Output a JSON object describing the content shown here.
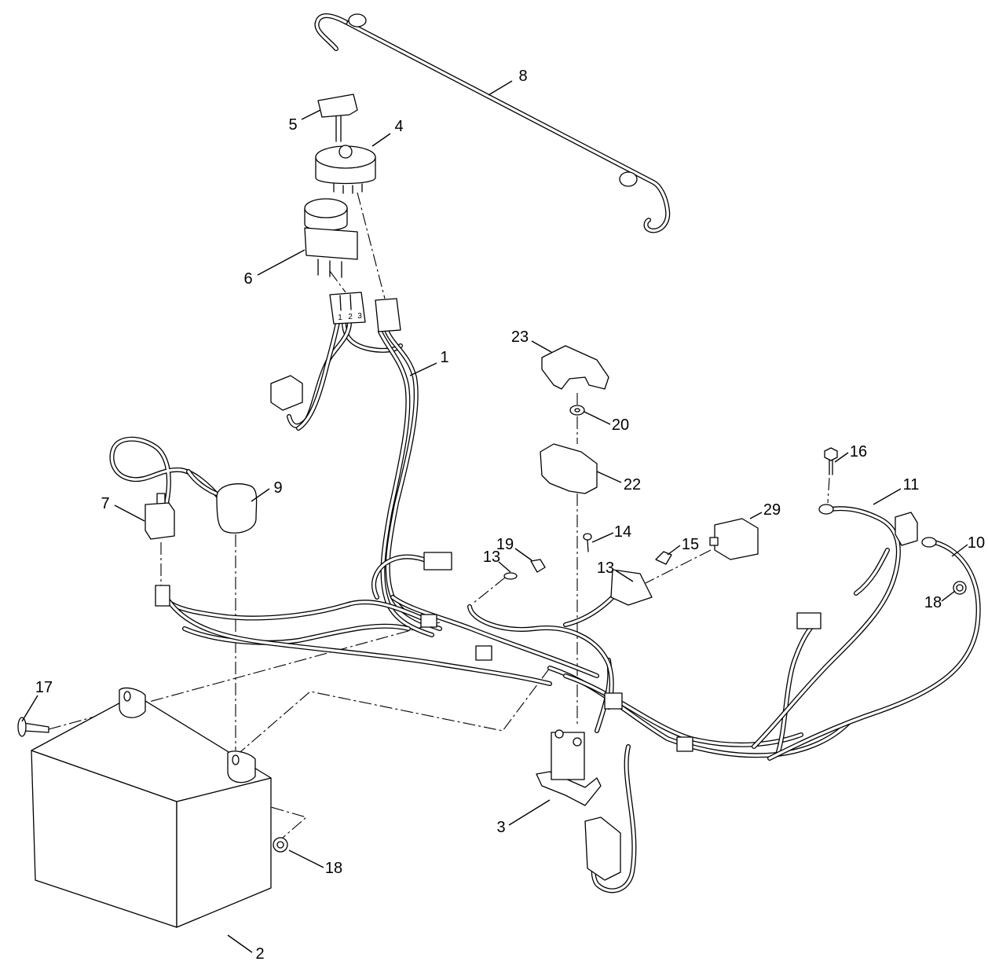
{
  "callouts": [
    "8",
    "5",
    "4",
    "6",
    "1",
    "23",
    "20",
    "22",
    "9",
    "7",
    "16",
    "11",
    "29",
    "14",
    "15",
    "10",
    "13",
    "19",
    "13",
    "18",
    "17",
    "3",
    "18",
    "2"
  ],
  "connector_pins": [
    "1",
    "2",
    "3"
  ]
}
